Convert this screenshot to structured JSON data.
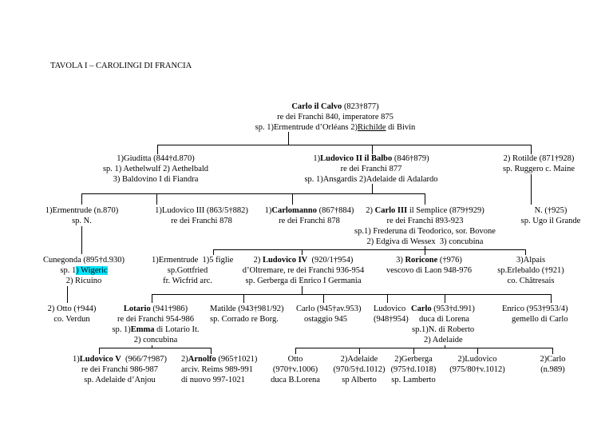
{
  "title": "TAVOLA I – CAROLINGI DI FRANCIA",
  "root": {
    "name": "Carlo il Calvo",
    "dates": " (823†877)",
    "line2": "re dei Franchi 840, imperatore 875",
    "line3a": "sp. 1)Ermentrude d’Orléans 2)",
    "line3u": "Richilde",
    "line3b": " di Bivin"
  },
  "gen1": {
    "giuditta": [
      "1)Giuditta (844†d.870)",
      "sp. 1) Aethelwulf 2) Aethelbald",
      "3) Baldovino I di Fiandra"
    ],
    "ludovico2": {
      "pre": "1)",
      "name": "Ludovico II il Balbo",
      "dates": " (846†879)",
      "line2": "re dei Franchi 877",
      "line3": "sp. 1)Ansgardis 2)Adelaide di Adalardo"
    },
    "rotilde": [
      "2) Rotilde (871†928)",
      "sp. Ruggero c. Maine"
    ]
  },
  "gen2": {
    "ermentrude": [
      "1)Ermentrude (n.870)",
      "sp. N."
    ],
    "ludovico3": [
      "1)Ludovico III (863/5†882)",
      "re dei Franchi 878"
    ],
    "carlomanno": {
      "pre": "1)",
      "name": "Carlomanno",
      "dates": " (867†884)",
      "line2": "re dei Franchi 878"
    },
    "carlo3": {
      "pre": "2) ",
      "name": "Carlo III",
      "dates": " il Semplice (879†929)",
      "line2": "re dei Franchi 893-923",
      "line3": "sp.1) Frederuna di Teodorico, sor. Bovone",
      "line4": "2) Edgiva di Wessex  3) concubina"
    },
    "n925": [
      "N. (†925)",
      "sp. Ugo il Grande"
    ]
  },
  "gen3": {
    "cunegonda": {
      "l1": "Cunegonda (895†d.930)",
      "l2a": "sp. 1",
      "l2h": ") Wigeric",
      "l3": "2) Ricuino"
    },
    "ermentrude2": [
      "1)Ermentrude  1)5 figlie",
      "sp.Gottfried",
      "fr. Wicfrid arc."
    ],
    "ludovico4": {
      "pre": "2) ",
      "name": "Ludovico IV",
      "dates": "  (920/1†954)",
      "line2": "d’Oltremare, re dei Franchi 936-954",
      "line3": "sp. Gerberga di Enrico I Germania"
    },
    "roricone": {
      "pre": "3) ",
      "name": "Roricone",
      "dates": " (†976)",
      "line2": "vescovo di Laon 948-976"
    },
    "alpais": [
      "3)Alpais",
      "sp.Erlebaldo (†921)",
      "co. Châtresais"
    ]
  },
  "gen4": {
    "otto944": [
      "2) Otto (†944)",
      "co. Verdun"
    ],
    "lotario": {
      "name": "Lotario",
      "dates": " (941†986)",
      "line2": "re dei Franchi 954-986",
      "line3a": "sp. 1)",
      "line3n": "Emma",
      "line3b": " di Lotario It.",
      "line4": "2) concubina"
    },
    "matilde": [
      "Matilde (943†981/92)",
      "sp. Corrado re Borg."
    ],
    "carlo945": [
      "Carlo (945†av.953)",
      "ostaggio 945"
    ],
    "ludovico948": [
      "Ludovico",
      "(948†954)"
    ],
    "carlo953": {
      "name": "Carlo",
      "dates": " (953†d.991)",
      "line2": "duca di Lorena",
      "line3": "sp.1)N. di Roberto",
      "line4": "2) Adelaide"
    },
    "enrico": [
      "Enrico (953†953/4)",
      "gemello di Carlo"
    ]
  },
  "gen5": {
    "ludovico5": {
      "pre": "1)",
      "name": "Ludovico V",
      "dates": "  (966/7†987)",
      "line2": "re dei Franchi 986-987",
      "line3": "sp. Adelaide d’Anjou"
    },
    "arnolfo": {
      "pre": "2)",
      "name": "Arnolfo",
      "dates": " (965†1021)",
      "line2": "arciv. Reims 989-991",
      "line3": "di nuovo 997-1021"
    },
    "otto": [
      "Otto",
      "(970†v.1006)",
      "duca B.Lorena"
    ],
    "adelaide": [
      "2)Adelaide",
      "(970/5†d.1012)",
      "sp Alberto"
    ],
    "gerberga": [
      "2)Gerberga",
      "(975†d.1018)",
      "sp. Lamberto"
    ],
    "ludovico": [
      "2)Ludovico",
      "(975/80†v.1012)"
    ],
    "carlo": [
      "2)Carlo",
      "(n.989)"
    ]
  }
}
